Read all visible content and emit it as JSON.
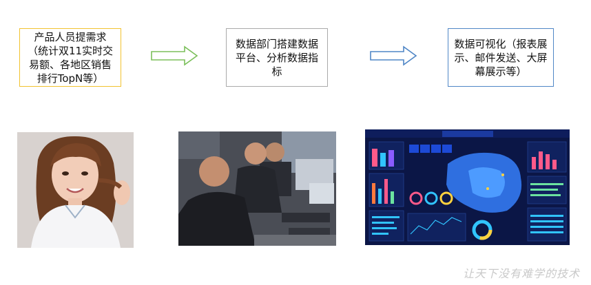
{
  "steps": [
    {
      "text": "产品人员提需求（统计双11实时交易额、各地区销售排行TopN等）",
      "border_color": "#f2c22e"
    },
    {
      "text": "数据部门搭建数据平台、分析数据指标",
      "border_color": "#a9a9a9"
    },
    {
      "text": "数据可视化（报表展示、邮件发送、大屏幕展示等）",
      "border_color": "#4f86c6"
    }
  ],
  "arrows": [
    {
      "color": "#7bbf5a"
    },
    {
      "color": "#4f86c6"
    }
  ],
  "photos": [
    {
      "subject": "product-person-photo"
    },
    {
      "subject": "data-engineers-photo"
    },
    {
      "subject": "dashboard-screenshot"
    }
  ],
  "watermark": "让天下没有难学的技术"
}
